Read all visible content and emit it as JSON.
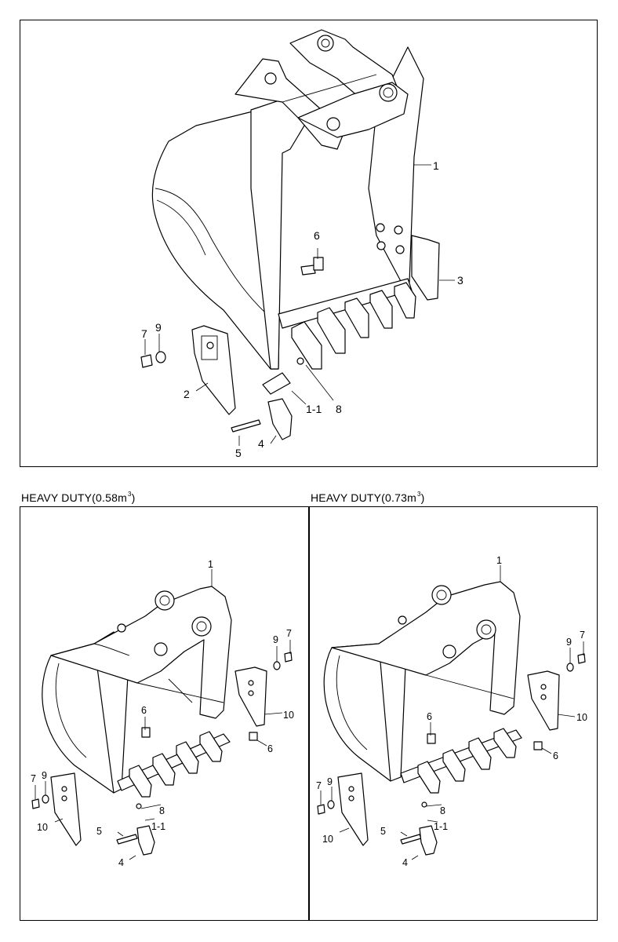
{
  "diagrams": [
    {
      "id": "standard",
      "heading": "",
      "callouts": [
        "1",
        "1-1",
        "2",
        "3",
        "4",
        "5",
        "6",
        "7",
        "8",
        "9"
      ]
    },
    {
      "id": "heavy-duty-058",
      "heading": "HEAVY DUTY(0.58m",
      "heading_sup": "3",
      "heading_end": ")",
      "callouts": [
        "1",
        "1-1",
        "4",
        "5",
        "6",
        "6",
        "7",
        "7",
        "8",
        "9",
        "9",
        "10",
        "10"
      ]
    },
    {
      "id": "heavy-duty-073",
      "heading": "HEAVY DUTY(0.73m",
      "heading_sup": "3",
      "heading_end": ")",
      "callouts": [
        "1",
        "1-1",
        "4",
        "5",
        "6",
        "6",
        "7",
        "7",
        "8",
        "9",
        "9",
        "10",
        "10"
      ]
    }
  ]
}
